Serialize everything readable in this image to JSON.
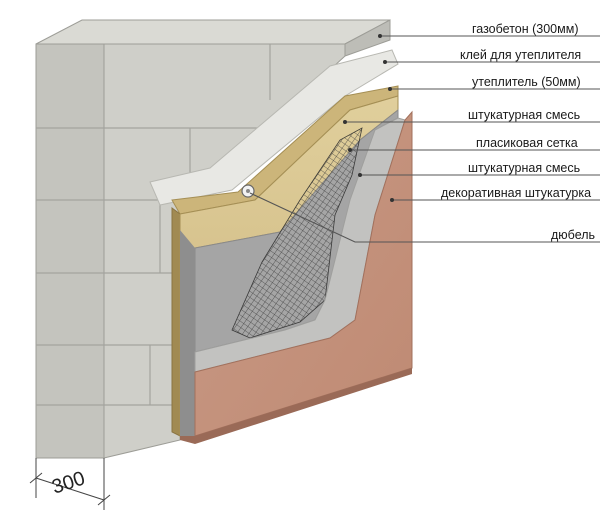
{
  "labels": {
    "aerated_concrete": "газобетон (300мм)",
    "insulation_glue": "клей для утеплителя",
    "insulation": "утеплитель (50мм)",
    "plaster_mix_1": "штукатурная смесь",
    "plastic_mesh": "пласиковая сетка",
    "plaster_mix_2": "штукатурная смесь",
    "decorative_plaster": "декоративная штукатурка",
    "dowel": "дюбель"
  },
  "dimension": "300",
  "colors": {
    "concrete_front": "#c9c9c3",
    "concrete_side": "#b3b3ad",
    "concrete_top": "#d8d8d2",
    "glue": "#e6e6e2",
    "insulation": "#d6c28e",
    "plaster": "#9a9a9a",
    "mesh": "#3a3a3a",
    "decorative": "#c6907a",
    "leader": "#555555"
  }
}
